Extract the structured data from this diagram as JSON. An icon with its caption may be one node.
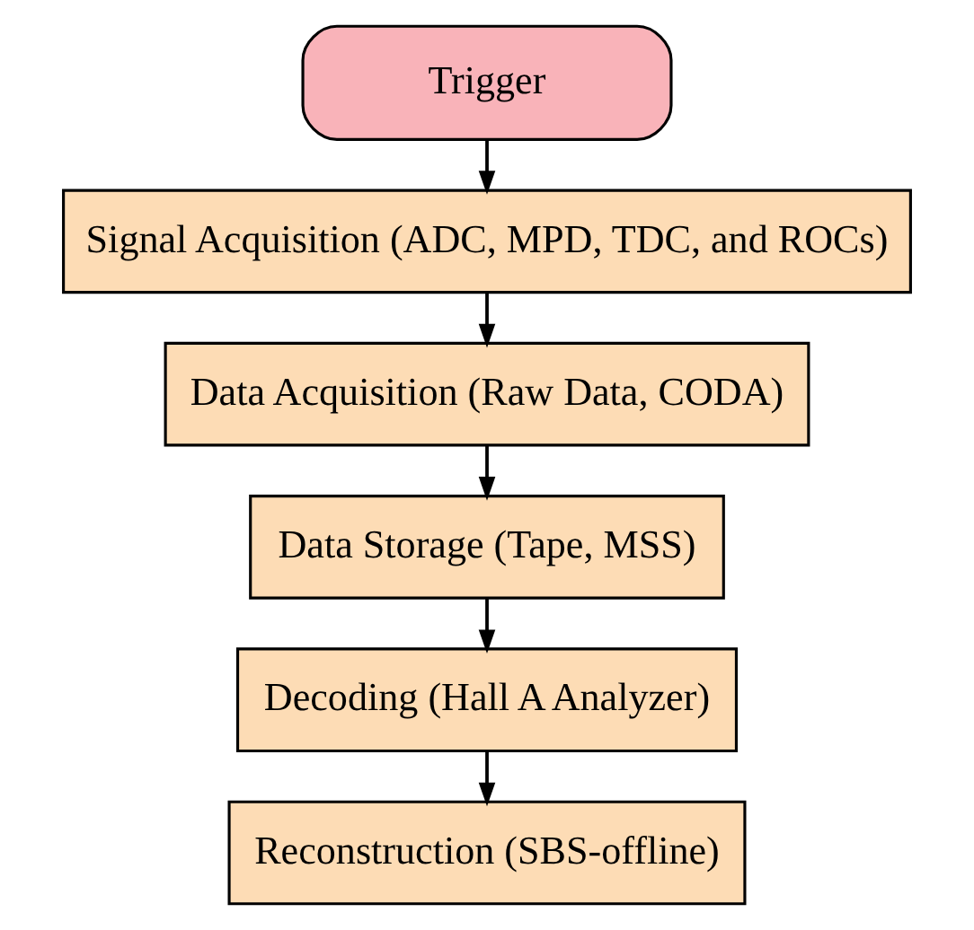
{
  "diagram": {
    "nodes": [
      {
        "text": [
          "Trigger"
        ]
      },
      {
        "text": [
          "Signal Acquisition (ADC, MPD, TDC, and ROCs)"
        ]
      },
      {
        "text": [
          "Data Acquisition (Raw Data, CODA)"
        ]
      },
      {
        "text": [
          "Data Storage (Tape, MSS)"
        ]
      },
      {
        "text": [
          "Decoding (Hall A Analyzer)"
        ]
      },
      {
        "text": [
          "Reconstruction (SBS-offline)"
        ]
      }
    ],
    "edges": [
      {
        "from": 0,
        "to": 1,
        "arrow": "to"
      },
      {
        "from": 1,
        "to": 2,
        "arrow": "to"
      },
      {
        "from": 2,
        "to": 3,
        "arrow": "to"
      },
      {
        "from": 3,
        "to": 4,
        "arrow": "to"
      },
      {
        "from": 4,
        "to": 5,
        "arrow": "to"
      }
    ]
  }
}
